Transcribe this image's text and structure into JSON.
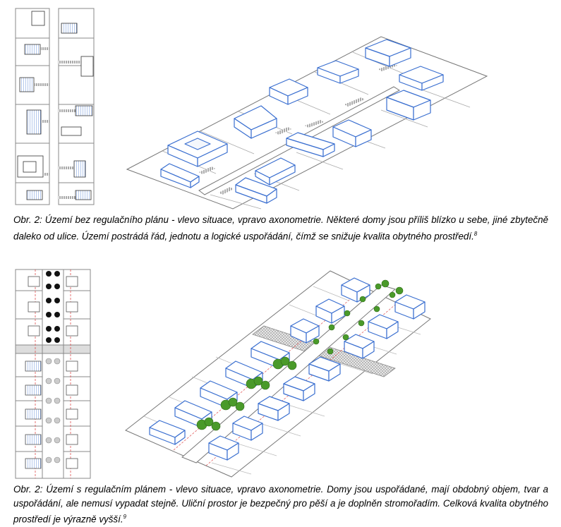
{
  "figures": [
    {
      "caption_text": "Obr. 2: Území bez regulačního plánu - vlevo situace, vpravo axonometrie. Některé domy jsou příliš blízko u sebe, jiné zbytečně daleko od ulice. Území postrádá řád, jednotu a logické uspořádání, čímž se snižuje kvalita obytného prostředí.",
      "footnote": "8"
    },
    {
      "caption_text": "Obr. 2: Území s regulačním plánem - vlevo situace, vpravo axonometrie. Domy jsou uspořádané, mají obdobný objem, tvar a uspořádání, ale nemusí vypadat stejně. Uliční prostor je bezpečný pro pěší a je doplněn stromořadím. Celková kvalita obytného prostředí je výrazně vyšší.",
      "footnote": "9"
    }
  ],
  "colors": {
    "building_outline": "#3a6fd0",
    "building_fill": "#dde8f8",
    "tree": "#4a9a2a",
    "street_tree_dot": "#111111",
    "regulation_line": "#e05050"
  }
}
